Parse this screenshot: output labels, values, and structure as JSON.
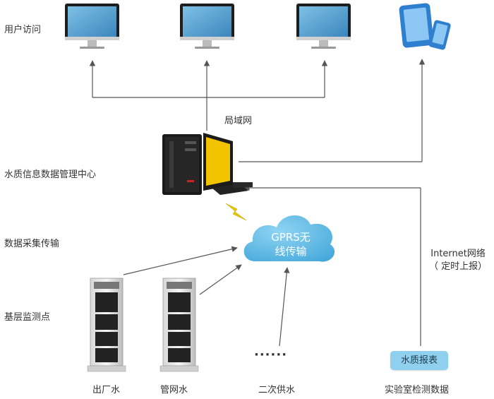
{
  "left_labels": {
    "user_access": "用户访问",
    "data_center": "水质信息数据管理中心",
    "data_transmission": "数据采集传输",
    "monitoring_points": "基层监测点"
  },
  "lan": "局域网",
  "cloud": {
    "line1": "GPRS无",
    "line2": "线传输"
  },
  "internet": {
    "line1": "Internet网络",
    "line2": "（ 定时上报）"
  },
  "ellipsis": "······",
  "report_box": "水质报表",
  "bottom_labels": {
    "factory_water": "出厂水",
    "pipe_water": "管网水",
    "secondary_supply": "二次供水",
    "lab_data": "实验室检测数据"
  },
  "colors": {
    "line": "#555555",
    "monitor_screen": "#5fa8d3",
    "cloud": "#6cc2ea",
    "tablet": "#3a8fdc",
    "server_screen": "#f2c400",
    "lightning": "#e8c800"
  }
}
